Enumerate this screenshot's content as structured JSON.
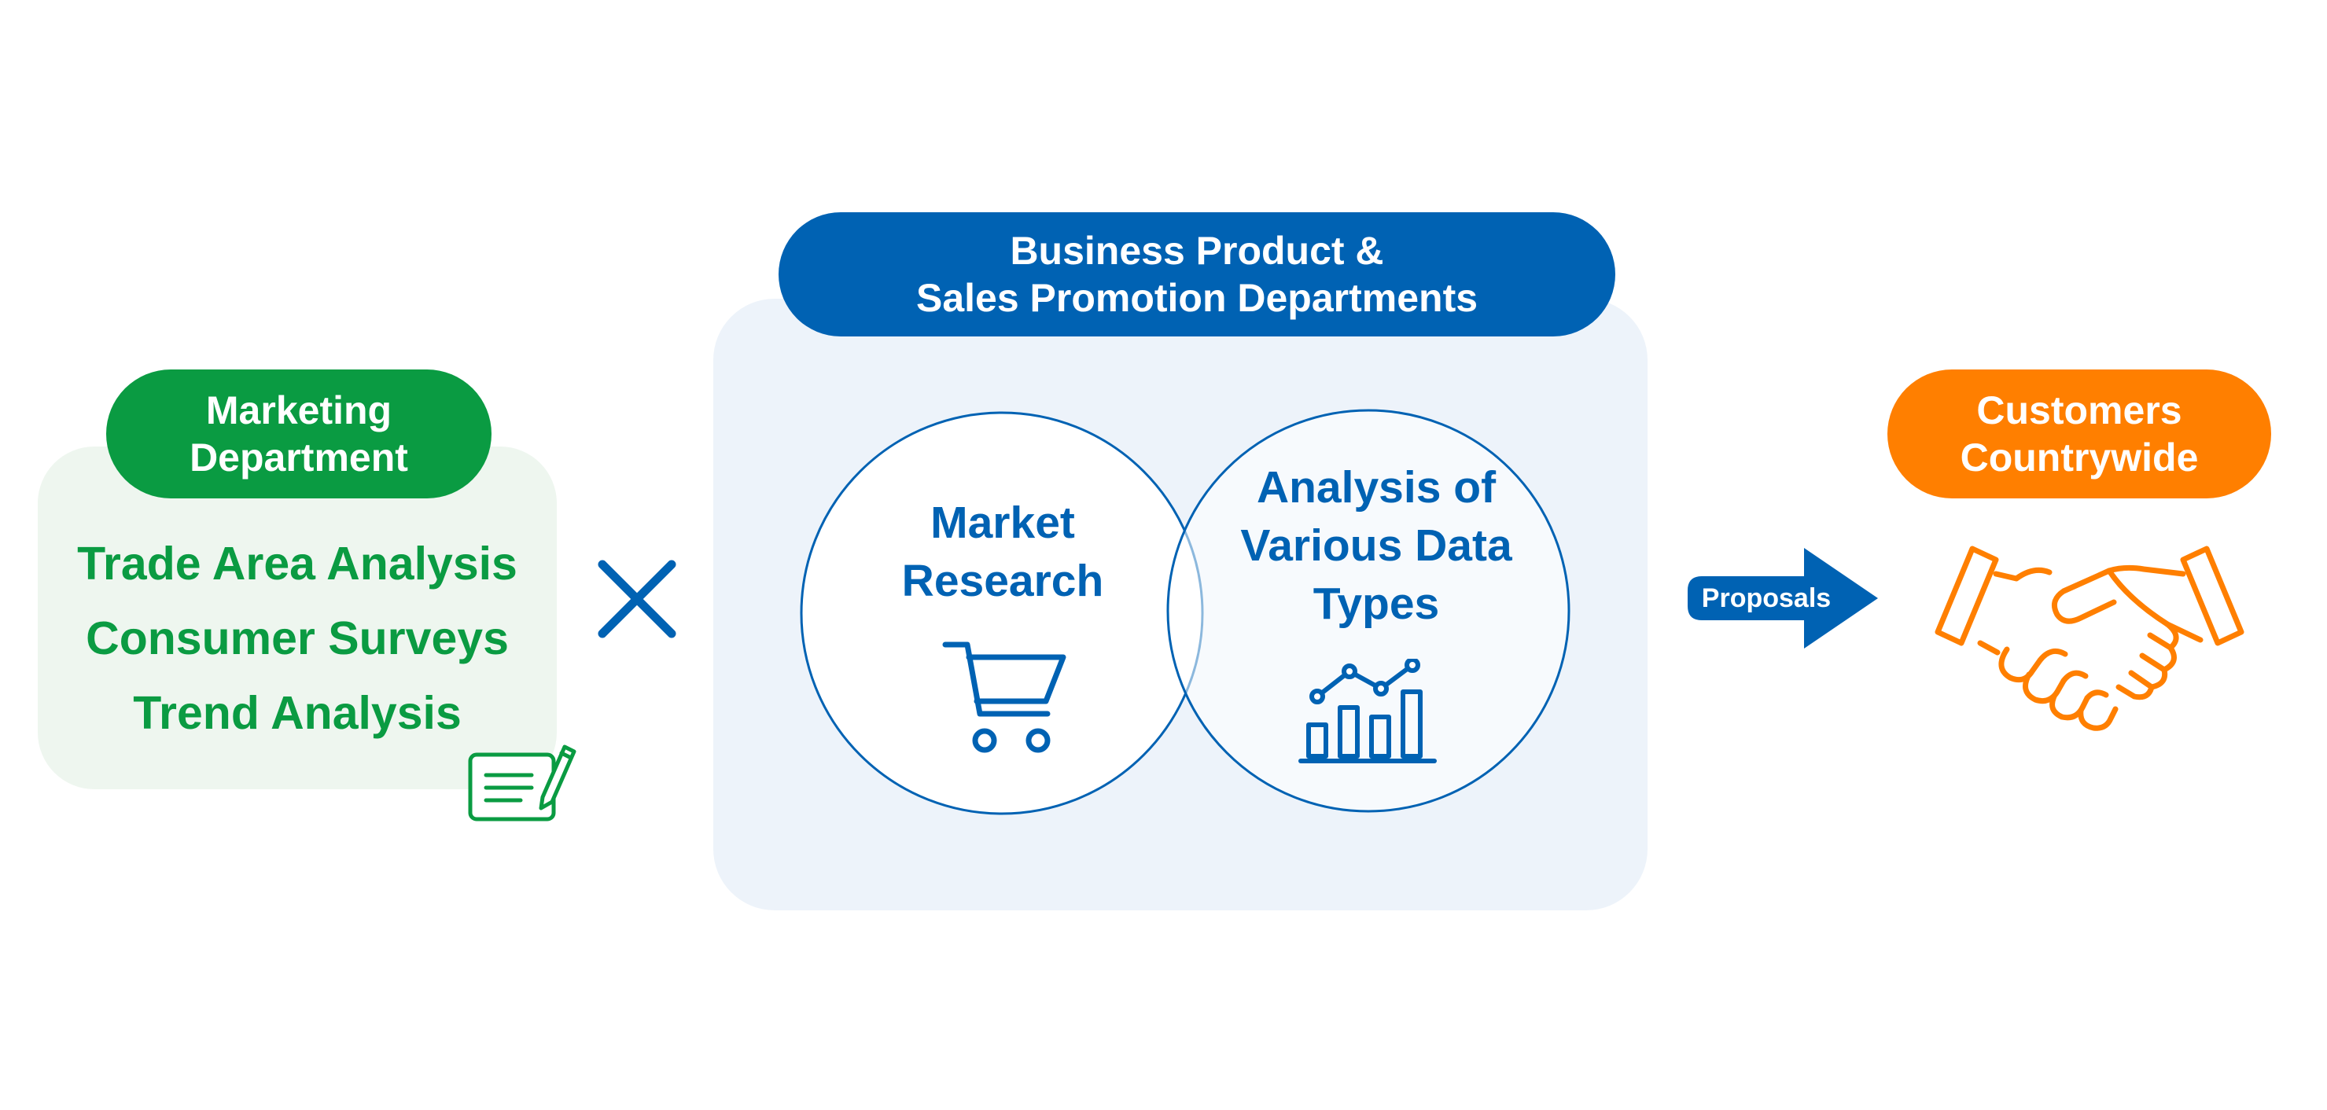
{
  "marketing": {
    "title_line1": "Marketing",
    "title_line2": "Department",
    "items": [
      "Trade Area Analysis",
      "Consumer Surveys",
      "Trend Analysis"
    ],
    "icon": "document-pen-icon",
    "color": "#0a9b42",
    "panel_color": "#eef6ef"
  },
  "connector": {
    "icon": "multiply-cross-icon",
    "color": "#0062b3"
  },
  "business": {
    "title_line1": "Business Product &",
    "title_line2": "Sales Promotion Departments",
    "color": "#0062b3",
    "panel_color": "#edf3fa",
    "circles": [
      {
        "lines": [
          "Market",
          "Research"
        ],
        "icon": "shopping-cart-icon"
      },
      {
        "lines": [
          "Analysis of",
          "Various Data",
          "Types"
        ],
        "icon": "bar-line-chart-icon"
      }
    ]
  },
  "proposals": {
    "label": "Proposals",
    "icon": "right-arrow-icon",
    "color": "#0062b3"
  },
  "customers": {
    "title_line1": "Customers",
    "title_line2": "Countrywide",
    "icon": "handshake-icon",
    "color": "#ff7f00"
  }
}
